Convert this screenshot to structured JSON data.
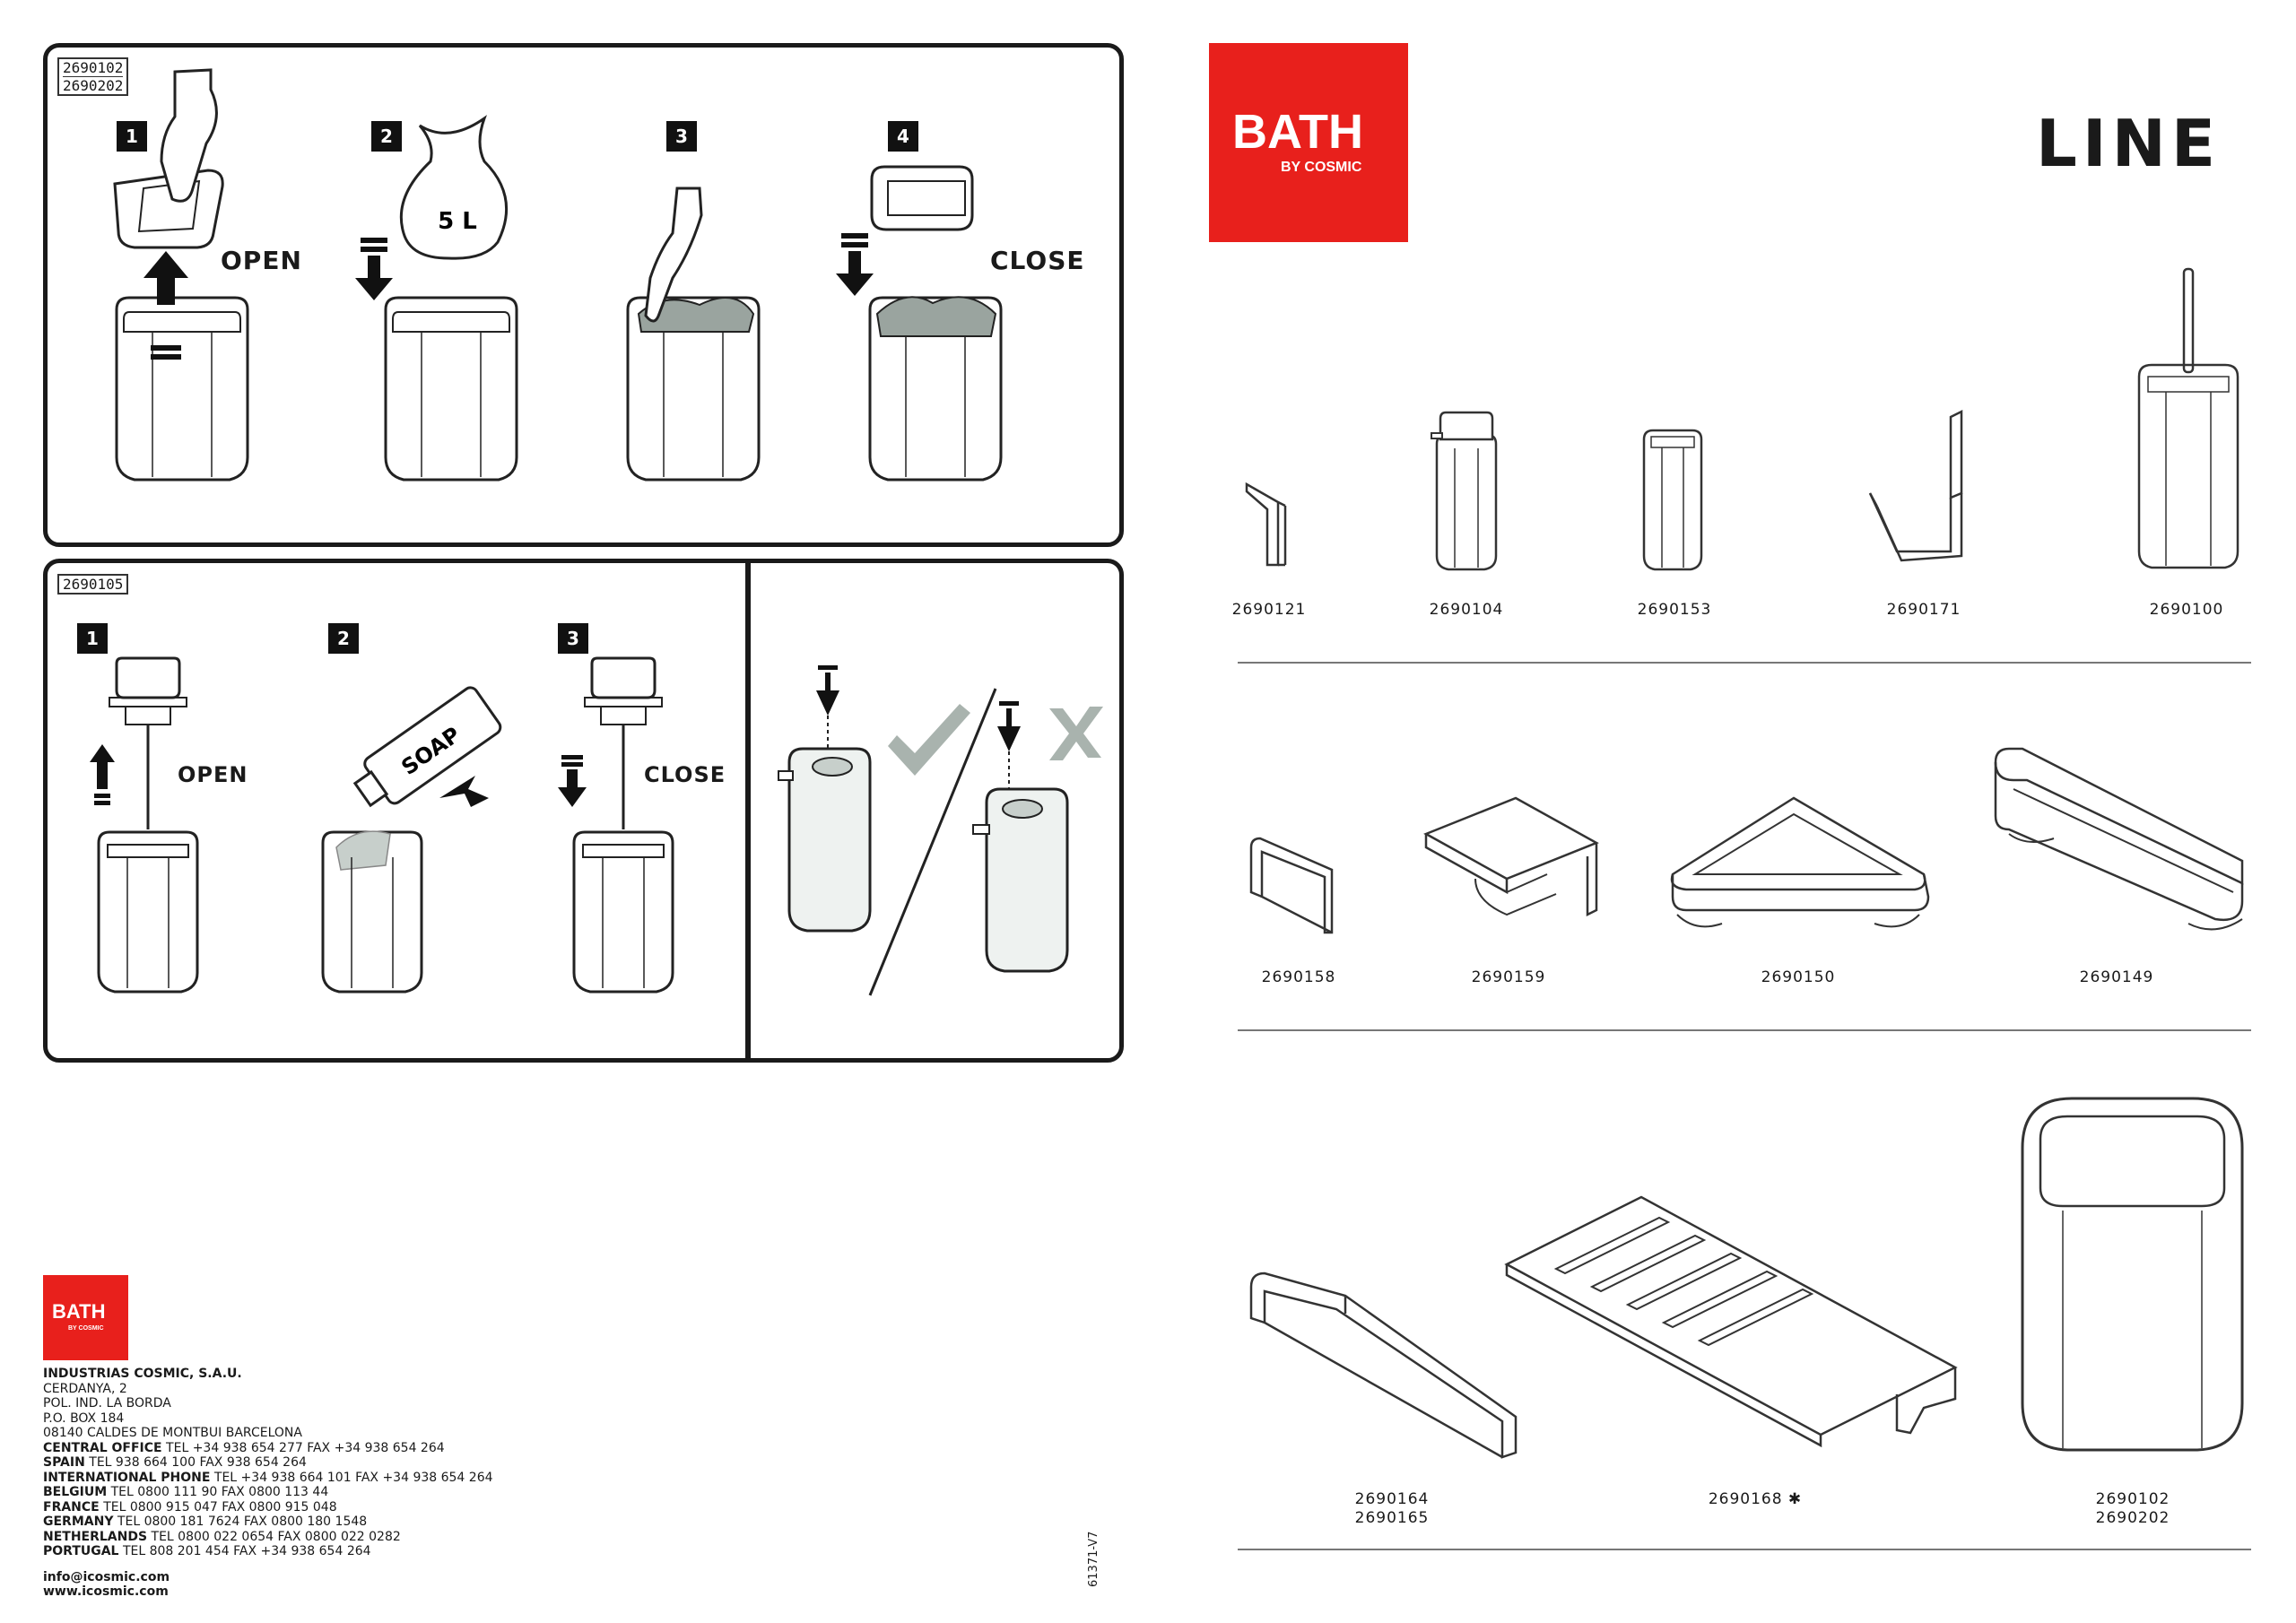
{
  "bin_panel": {
    "codes": [
      "2690102",
      "2690202"
    ],
    "steps": [
      "1",
      "2",
      "3",
      "4"
    ],
    "open_label": "OPEN",
    "close_label": "CLOSE",
    "bag_label": "5 L"
  },
  "soap_panel": {
    "codes": [
      "2690105"
    ],
    "steps": [
      "1",
      "2",
      "3"
    ],
    "open_label": "OPEN",
    "close_label": "CLOSE",
    "soap_label": "SOAP"
  },
  "brand": {
    "name": "BATH",
    "sub": "BY COSMIC",
    "series": "LINE",
    "accent": "#e8201c"
  },
  "products": {
    "row1": [
      "2690121",
      "2690104",
      "2690153",
      "2690171",
      "2690100"
    ],
    "row2": [
      "2690158",
      "2690159",
      "2690150",
      "2690149"
    ],
    "row3": [
      {
        "l1": "2690164",
        "l2": "2690165"
      },
      {
        "l1": "2690168 ✱",
        "l2": ""
      },
      {
        "l1": "2690102",
        "l2": "2690202"
      }
    ]
  },
  "company": {
    "name": "INDUSTRIAS COSMIC, S.A.U.",
    "lines": [
      "CERDANYA, 2",
      "POL. IND. LA BORDA",
      "P.O. BOX 184",
      "08140 CALDES DE MONTBUI BARCELONA"
    ],
    "contacts": [
      {
        "k": "CENTRAL OFFICE",
        "v": "TEL +34 938 654 277 FAX +34 938 654 264"
      },
      {
        "k": "SPAIN",
        "v": "TEL 938 664 100 FAX 938 654 264"
      },
      {
        "k": "INTERNATIONAL PHONE",
        "v": "TEL +34 938 664 101 FAX +34 938 654 264"
      },
      {
        "k": "BELGIUM",
        "v": "TEL 0800 111 90 FAX 0800 113 44"
      },
      {
        "k": "FRANCE",
        "v": "TEL 0800 915 047 FAX 0800 915 048"
      },
      {
        "k": "GERMANY",
        "v": "TEL 0800 181 7624 FAX 0800 180 1548"
      },
      {
        "k": "NETHERLANDS",
        "v": "TEL 0800 022 0654 FAX 0800 022 0282"
      },
      {
        "k": "PORTUGAL",
        "v": "TEL 808 201 454 FAX +34 938 654 264"
      }
    ],
    "email": "info@icosmic.com",
    "web": "www.icosmic.com"
  },
  "doc_code": "61371-V7"
}
